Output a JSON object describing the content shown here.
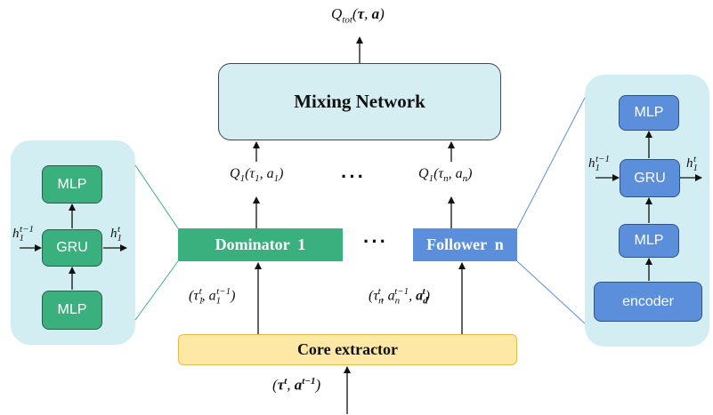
{
  "mixing_network": {
    "label": "Mixing Network"
  },
  "agents": {
    "dominator_label": "Dominator  1",
    "follower_label": "Follower  n"
  },
  "core_extractor": {
    "label": "Core extractor"
  },
  "left_panel": {
    "top_label": "MLP",
    "middle_label": "GRU",
    "bottom_label": "MLP"
  },
  "right_panel": {
    "top_label": "MLP",
    "middle_label": "GRU",
    "lower_label": "MLP",
    "bottom_label": "encoder"
  },
  "ellipsis": {
    "top": "···",
    "middle": "···"
  }
}
